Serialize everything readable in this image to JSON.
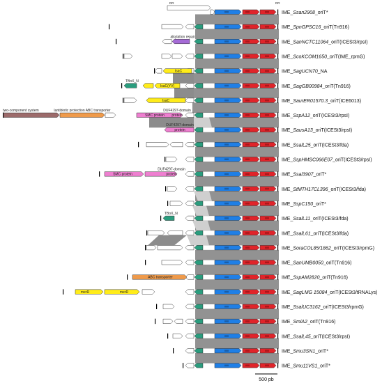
{
  "colors": {
    "homology": "#8c8c8c",
    "homology_light": "#cfcfcf",
    "blue_gene": "#1f7fe6",
    "red_gene": "#e0242a",
    "teal_gene": "#2a9d7e",
    "white_gene": "#ffffff",
    "yellow_gene": "#ffec1a",
    "purple_gene": "#a56bd6",
    "orange_gene": "#ef9a4a",
    "pink_gene": "#ee7fd0",
    "brown_gene": "#9c6b6b"
  },
  "feature_labels": {
    "dr": "DR",
    "alkylation_repair": "alkylation repair",
    "isac": "IsaC",
    "isac_yv": "IsaC(YV)",
    "tbox": "TBoX_N",
    "two_component": "two-component system",
    "lantibiotic": "lantibiotic protection ABC transporter",
    "smc": "SMC protein",
    "duf": "DUF4297-domain",
    "protein": "protein",
    "abc": "ABC transporter",
    "merR": "merR"
  },
  "scale_label": "500 pb",
  "elements": [
    {
      "name": "IME_",
      "italic": "Ssan2908",
      "rest": "_oriT*"
    },
    {
      "name": "IME_",
      "italic": "SpnGPSC16",
      "rest": "_oriT(Tn916)"
    },
    {
      "name": "IME_",
      "italic": "SanNCTC11064",
      "rest": "_oriT(ICESt3/rpsI)"
    },
    {
      "name": "IME_",
      "italic": "ScoKCOM1650",
      "rest": "_oriT(IME_rpmG)"
    },
    {
      "name": "IME_",
      "italic": "SagUCN70",
      "rest": "_NA"
    },
    {
      "name": "IME_",
      "italic": "SagGB00984",
      "rest": "_oriT(Tn916)"
    },
    {
      "name": "IME_",
      "italic": "SaurER01570.3",
      "rest": "_oriT(ICE6013)"
    },
    {
      "name": "IME_",
      "italic": "SspA12",
      "rest": "_oriT(ICESt3/rpsI)"
    },
    {
      "name": "IME_",
      "italic": "SausA13",
      "rest": "_oriT(ICESt3/rpsI)"
    },
    {
      "name": "IME_",
      "italic": "SsalL25",
      "rest": "_oriT(ICESt3/fda)"
    },
    {
      "name": "IME_",
      "italic": "SspHMSC066E07",
      "rest": "_oriT(ICESt3/rpsI)"
    },
    {
      "name": "IME_",
      "italic": "Ssal3907",
      "rest": "_oriT*"
    },
    {
      "name": "IME_",
      "italic": "StMTH17CL396",
      "rest": "_oriT(ICESt3/fda)"
    },
    {
      "name": "IME_",
      "italic": "SspC150",
      "rest": "_oriT*"
    },
    {
      "name": "IME_",
      "italic": "SsalL11",
      "rest": "_oriT(ICESt3/fda)"
    },
    {
      "name": "IME_",
      "italic": "SsalL61",
      "rest": "_oriT(ICESt3/fda)"
    },
    {
      "name": "IME_",
      "italic": "SoraCOL85/1862",
      "rest": "_oriT(ICESt3/rpmG)"
    },
    {
      "name": "IME_",
      "italic": "SanUMB0050",
      "rest": "_oriT(Tn916)"
    },
    {
      "name": "IME_",
      "italic": "SspAM2820",
      "rest": "_oriT(Tn916)"
    },
    {
      "name": "IME_",
      "italic": "SagLMG 15084",
      "rest": "_oriT(ICESt3/tRNALys)"
    },
    {
      "name": "IME_",
      "italic": "SsalUC3162",
      "rest": "_oriT(ICESt3/rpmG)"
    },
    {
      "name": "IME_",
      "italic": "SmiA2",
      "rest": "_oriT(Tn916)"
    },
    {
      "name": "IME_",
      "italic": "SsalL45",
      "rest": "_oriT(ICESt3/rpsI)"
    },
    {
      "name": "IME_",
      "italic": "Smu3SN1",
      "rest": "_oriT*"
    },
    {
      "name": "IME_",
      "italic": "Smu11VS1",
      "rest": "_oriT*"
    }
  ]
}
